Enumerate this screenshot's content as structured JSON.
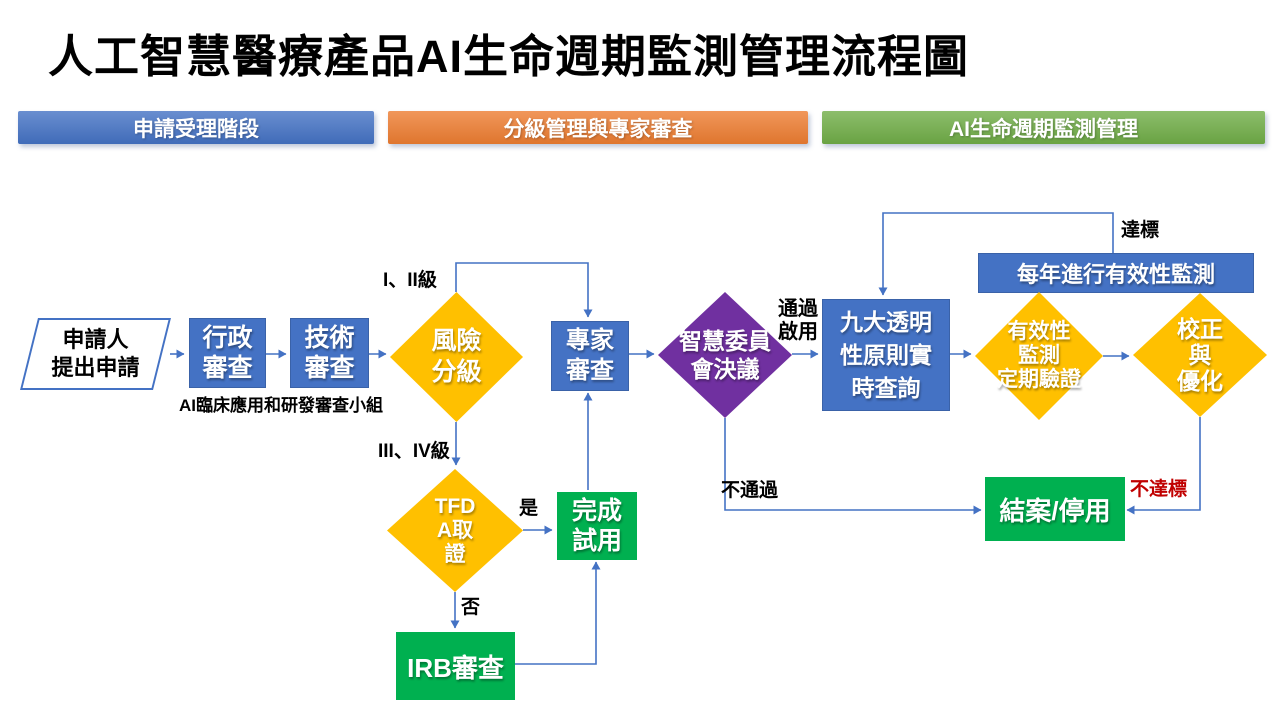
{
  "title": "人工智慧醫療產品AI生命週期監測管理流程圖",
  "phases": {
    "application": {
      "label": "申請受理階段",
      "color": "#4472C4"
    },
    "management": {
      "label": "分級管理與專家審查",
      "color": "#ED7D31"
    },
    "lifecycle": {
      "label": "AI生命週期監測管理",
      "color": "#70AD47"
    }
  },
  "nodes": {
    "applicant": "申請人\n提出申請",
    "admin_review": "行政\n審查",
    "tech_review": "技術\n審查",
    "review_team_note": "AI臨床應用和研發審查小組",
    "risk_grading": "風險\n分級",
    "expert_review": "專家\n審查",
    "committee": "智慧委員\n會決議",
    "transparency": "九大透明\n性原則實\n時查詢",
    "annual_monitoring": "每年進行有效性監測",
    "validity_check": "有效性\n監測\n定期驗證",
    "calibration": "校正\n與\n優化",
    "tfda_cert": "TFD\nA取\n證",
    "trial_complete": "完成\n試用",
    "irb_review": "IRB審查",
    "closure": "結案/停用"
  },
  "edge_labels": {
    "class_1_2": "I、II級",
    "class_3_4": "III、IV級",
    "yes": "是",
    "no": "否",
    "pass_activate": "通過\n啟用",
    "fail": "不通過",
    "meets_standard": "達標",
    "below_standard": "不達標"
  },
  "colors": {
    "node_blue": "#4472C4",
    "node_green": "#00B050",
    "diamond_yellow": "#FFC000",
    "diamond_purple": "#7030A0",
    "connector_blue": "#4472C4",
    "alert_red": "#C00000"
  }
}
